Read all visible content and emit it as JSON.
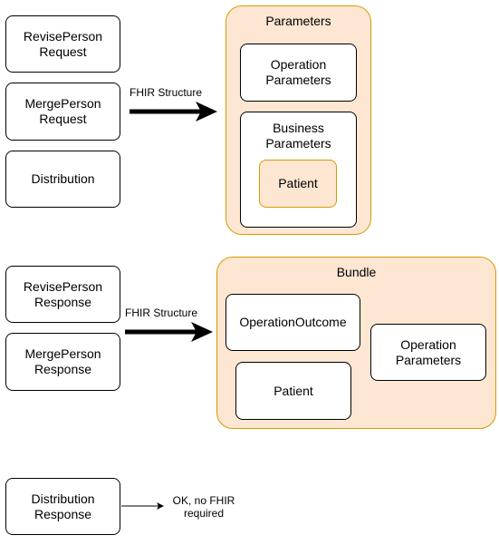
{
  "top_section": {
    "requests": {
      "revise": "RevisePerson\nRequest",
      "merge": "MergePerson\nRequest",
      "distribution": "Distribution"
    },
    "arrow_label": "FHIR Structure",
    "parameters": {
      "title": "Parameters",
      "operation_parameters": "Operation\nParameters",
      "business_parameters": "Business\nParameters",
      "patient": "Patient"
    }
  },
  "middle_section": {
    "responses": {
      "revise": "RevisePerson\nResponse",
      "merge": "MergePerson\nResponse"
    },
    "arrow_label": "FHIR Structure",
    "bundle": {
      "title": "Bundle",
      "operation_outcome": "OperationOutcome",
      "patient": "Patient",
      "operation_parameters": "Operation\nParameters"
    }
  },
  "bottom_section": {
    "distribution_response": "Distribution\nResponse",
    "note": "OK, no FHIR\nrequired"
  },
  "colors": {
    "container_fill": "#fde6d2",
    "container_stroke": "#d79b00",
    "box_stroke": "#000000"
  }
}
